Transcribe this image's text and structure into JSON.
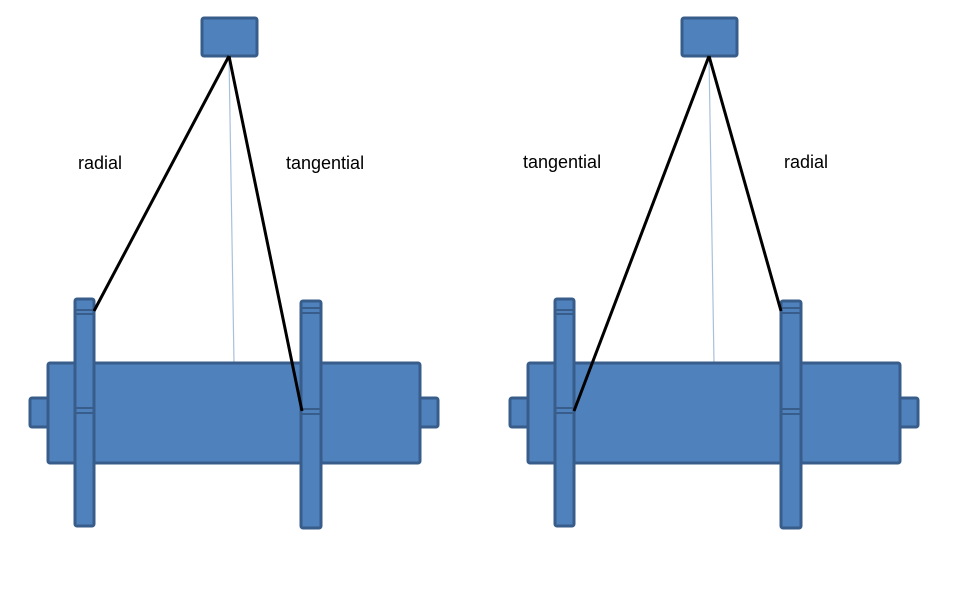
{
  "left_diagram": {
    "left_label": "radial",
    "right_label": "tangential"
  },
  "right_diagram": {
    "left_label": "tangential",
    "right_label": "radial"
  },
  "colors": {
    "fill": "#4f81bd",
    "stroke": "#385d8a",
    "spoke": "#000000"
  }
}
